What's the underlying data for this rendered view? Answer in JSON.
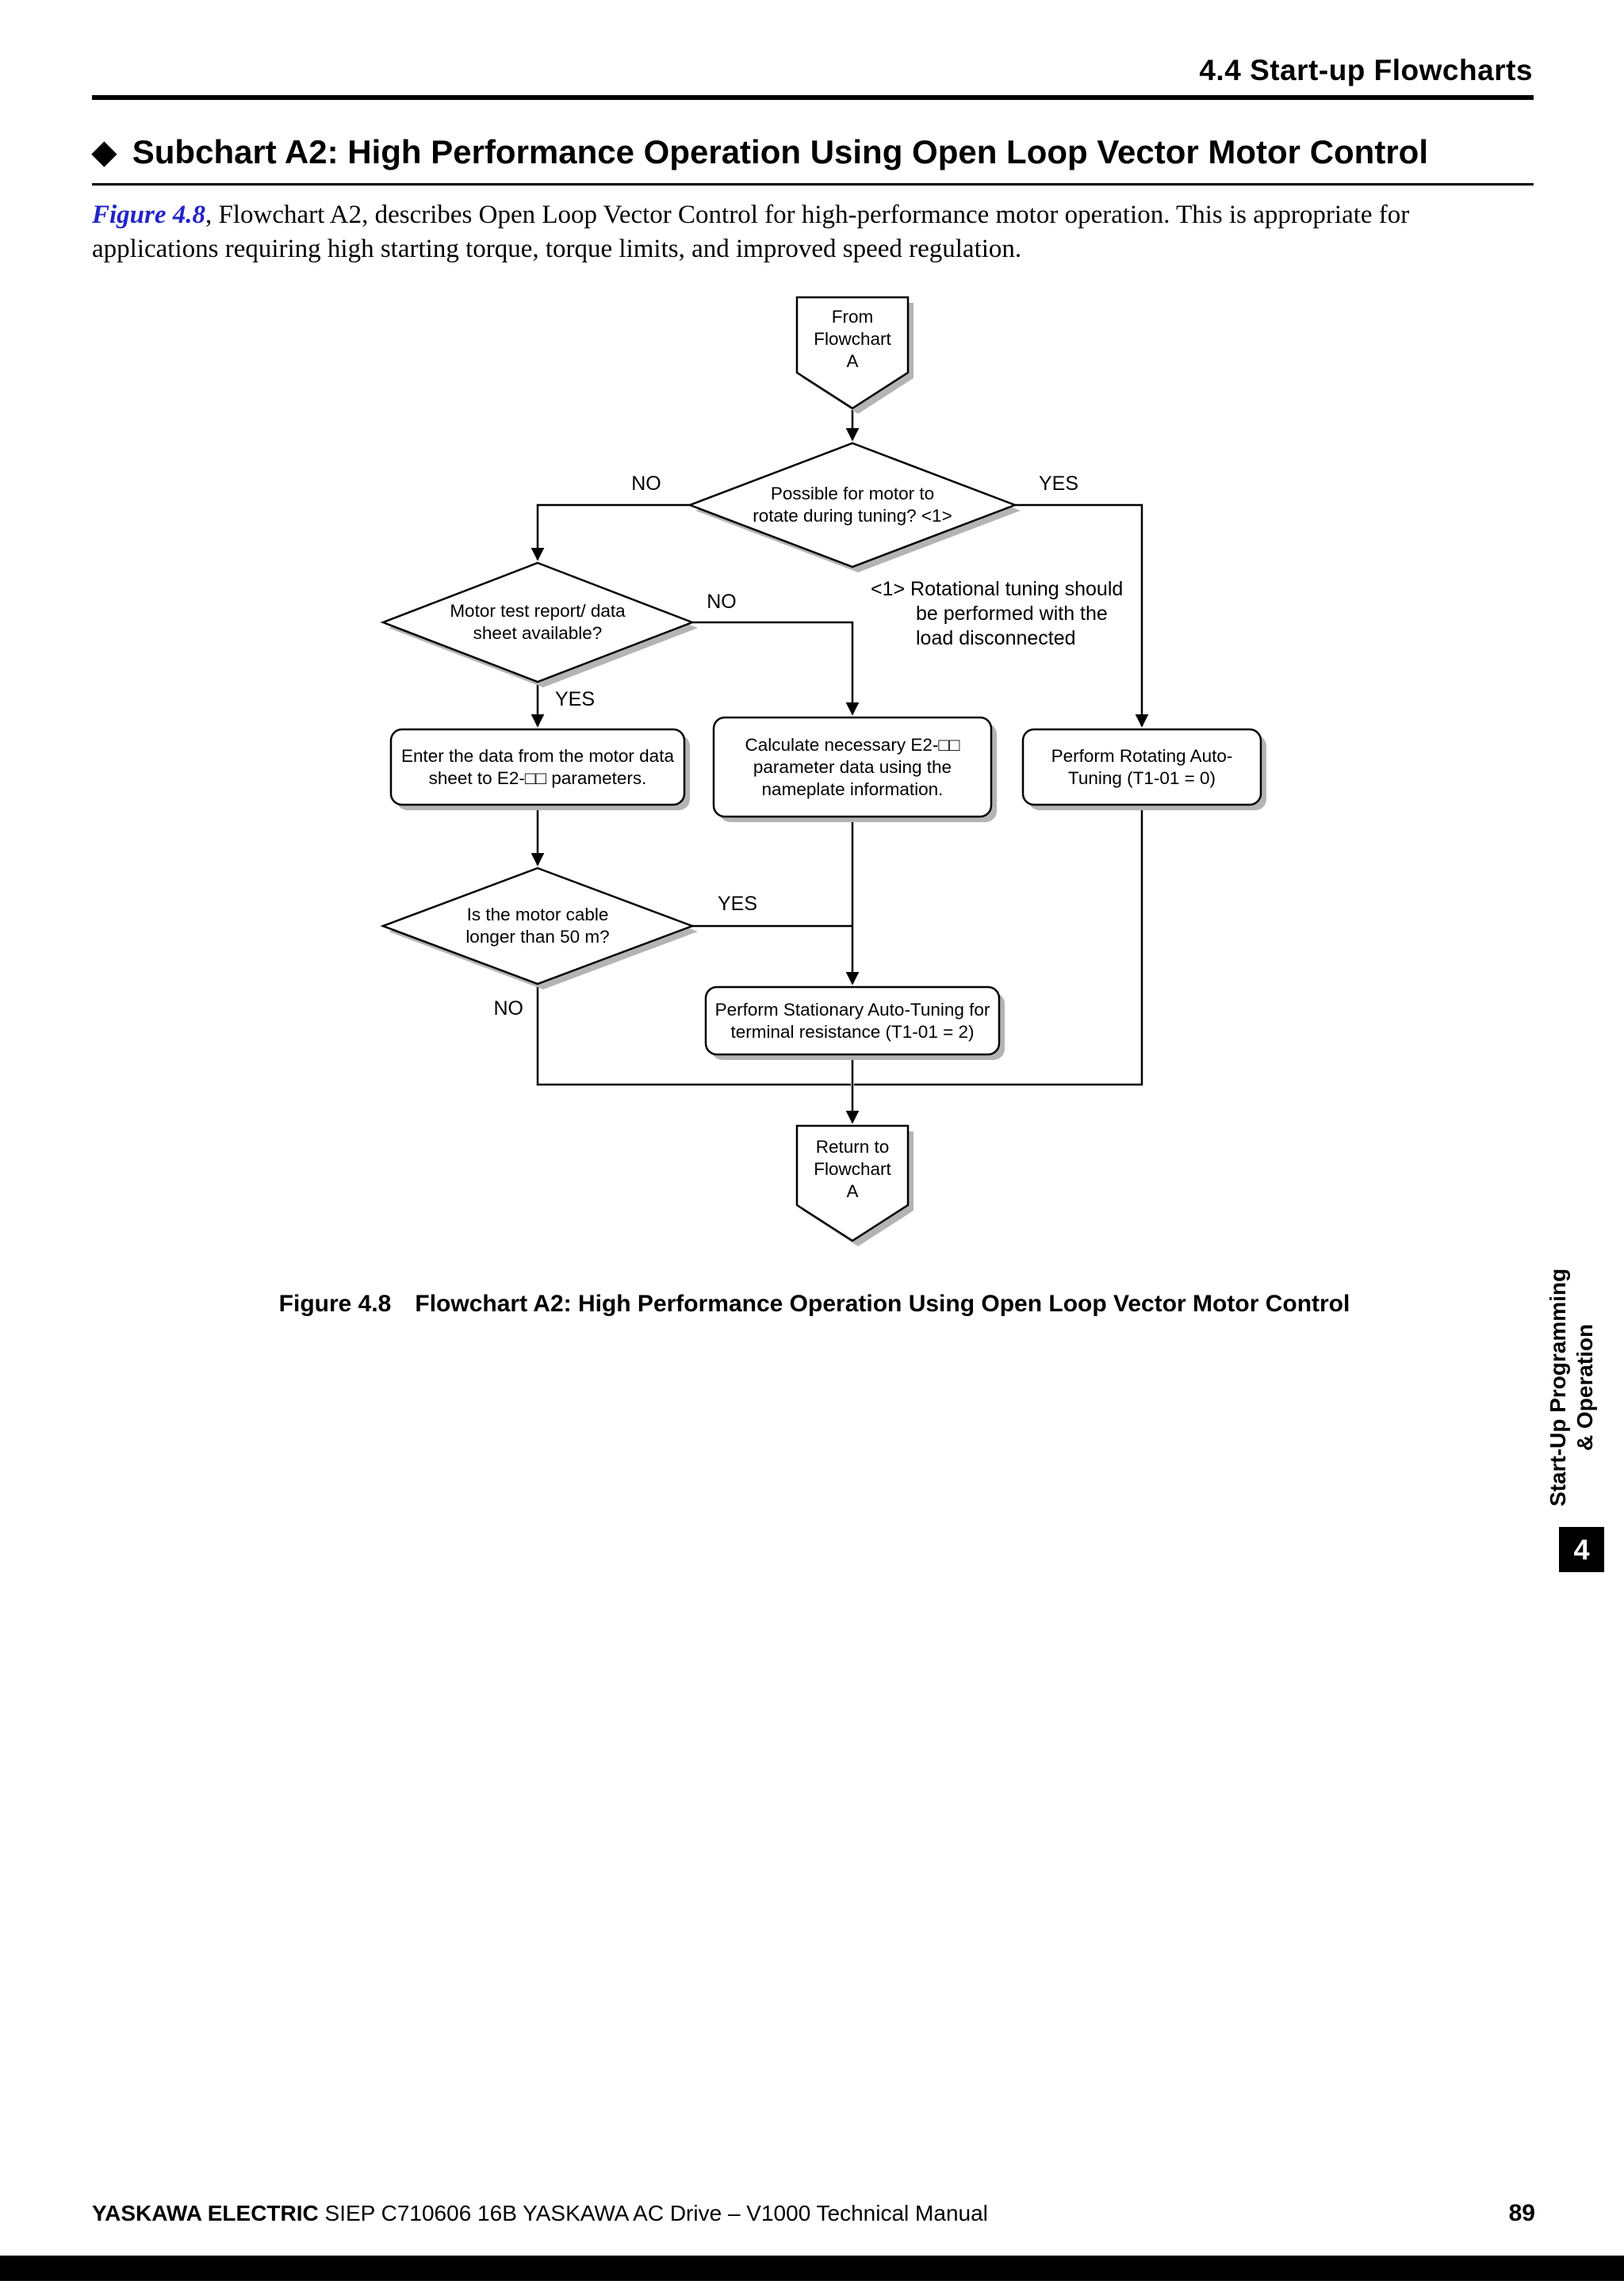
{
  "header": {
    "section_title": "4.4 Start-up Flowcharts"
  },
  "heading": {
    "bullet": "◆",
    "title": "Subchart A2: High Performance Operation Using Open Loop Vector Motor Control"
  },
  "intro": {
    "link_text": "Figure 4.8",
    "text": ", Flowchart A2, describes Open Loop Vector Control for high-performance motor operation. This is appropriate for applications requiring high starting torque, torque limits, and improved speed regulation."
  },
  "flowchart": {
    "nodes": {
      "start": {
        "type": "offpage-connector",
        "label": "From\nFlowchart\nA"
      },
      "decision_rotate": {
        "type": "decision",
        "label": "Possible for motor to\nrotate during tuning? <1>"
      },
      "decision_datasheet": {
        "type": "decision",
        "label": "Motor test report/ data\nsheet available?"
      },
      "process_enter_data": {
        "type": "process",
        "label": "Enter the data from the motor data\nsheet to E2-□□ parameters."
      },
      "process_calculate": {
        "type": "process",
        "label": "Calculate necessary E2-□□\nparameter data  using the\nnameplate information."
      },
      "process_rotating": {
        "type": "process",
        "label": "Perform Rotating Auto-\nTuning  (T1-01 = 0)"
      },
      "decision_cable": {
        "type": "decision",
        "label": "Is the motor cable\nlonger than 50 m?"
      },
      "process_stationary": {
        "type": "process",
        "label": "Perform Stationary Auto-Tuning for\nterminal resistance (T1-01 = 2)"
      },
      "end": {
        "type": "offpage-connector",
        "label": "Return to\nFlowchart\nA"
      }
    },
    "note": "<1> Rotational tuning should\nbe performed with the\nload disconnected",
    "edge_labels": {
      "rotate_no": "NO",
      "rotate_yes": "YES",
      "datasheet_no": "NO",
      "datasheet_yes": "YES",
      "cable_yes": "YES",
      "cable_no": "NO"
    }
  },
  "figure": {
    "label": "Figure 4.8",
    "text": "Flowchart A2: High Performance Operation Using Open Loop Vector Motor Control"
  },
  "sidebar": {
    "tab_text": "Start-Up Programming\n& Operation",
    "chapter_number": "4"
  },
  "footer": {
    "company": "YASKAWA ELECTRIC",
    "doc_info": " SIEP C710606 16B YASKAWA AC Drive – V1000 Technical Manual",
    "page_number": "89"
  },
  "colors": {
    "link_blue": "#2222cc",
    "shadow_gray": "#b4b4b4"
  }
}
